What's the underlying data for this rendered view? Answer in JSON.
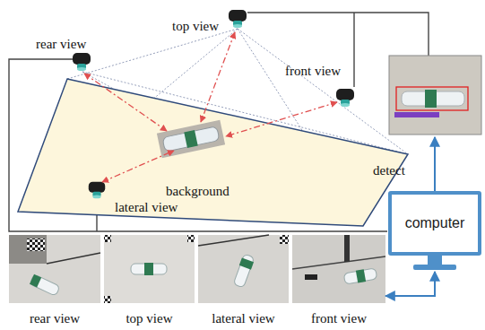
{
  "diagram": {
    "nodes": [
      {
        "text": [
          "top view"
        ]
      },
      {
        "text": [
          "rear view"
        ]
      },
      {
        "text": [
          "front view"
        ]
      },
      {
        "text": [
          "background"
        ]
      },
      {
        "text": [
          "lateral view"
        ]
      },
      {
        "text": [
          "computer"
        ]
      },
      {
        "text": [
          "rear view"
        ]
      },
      {
        "text": [
          "top view"
        ]
      },
      {
        "text": [
          "lateral view"
        ]
      },
      {
        "text": [
          "front view"
        ]
      }
    ],
    "edges": [
      {
        "from": 5,
        "to": 9,
        "arrow": "both"
      }
    ],
    "labels": [
      "detect"
    ]
  }
}
